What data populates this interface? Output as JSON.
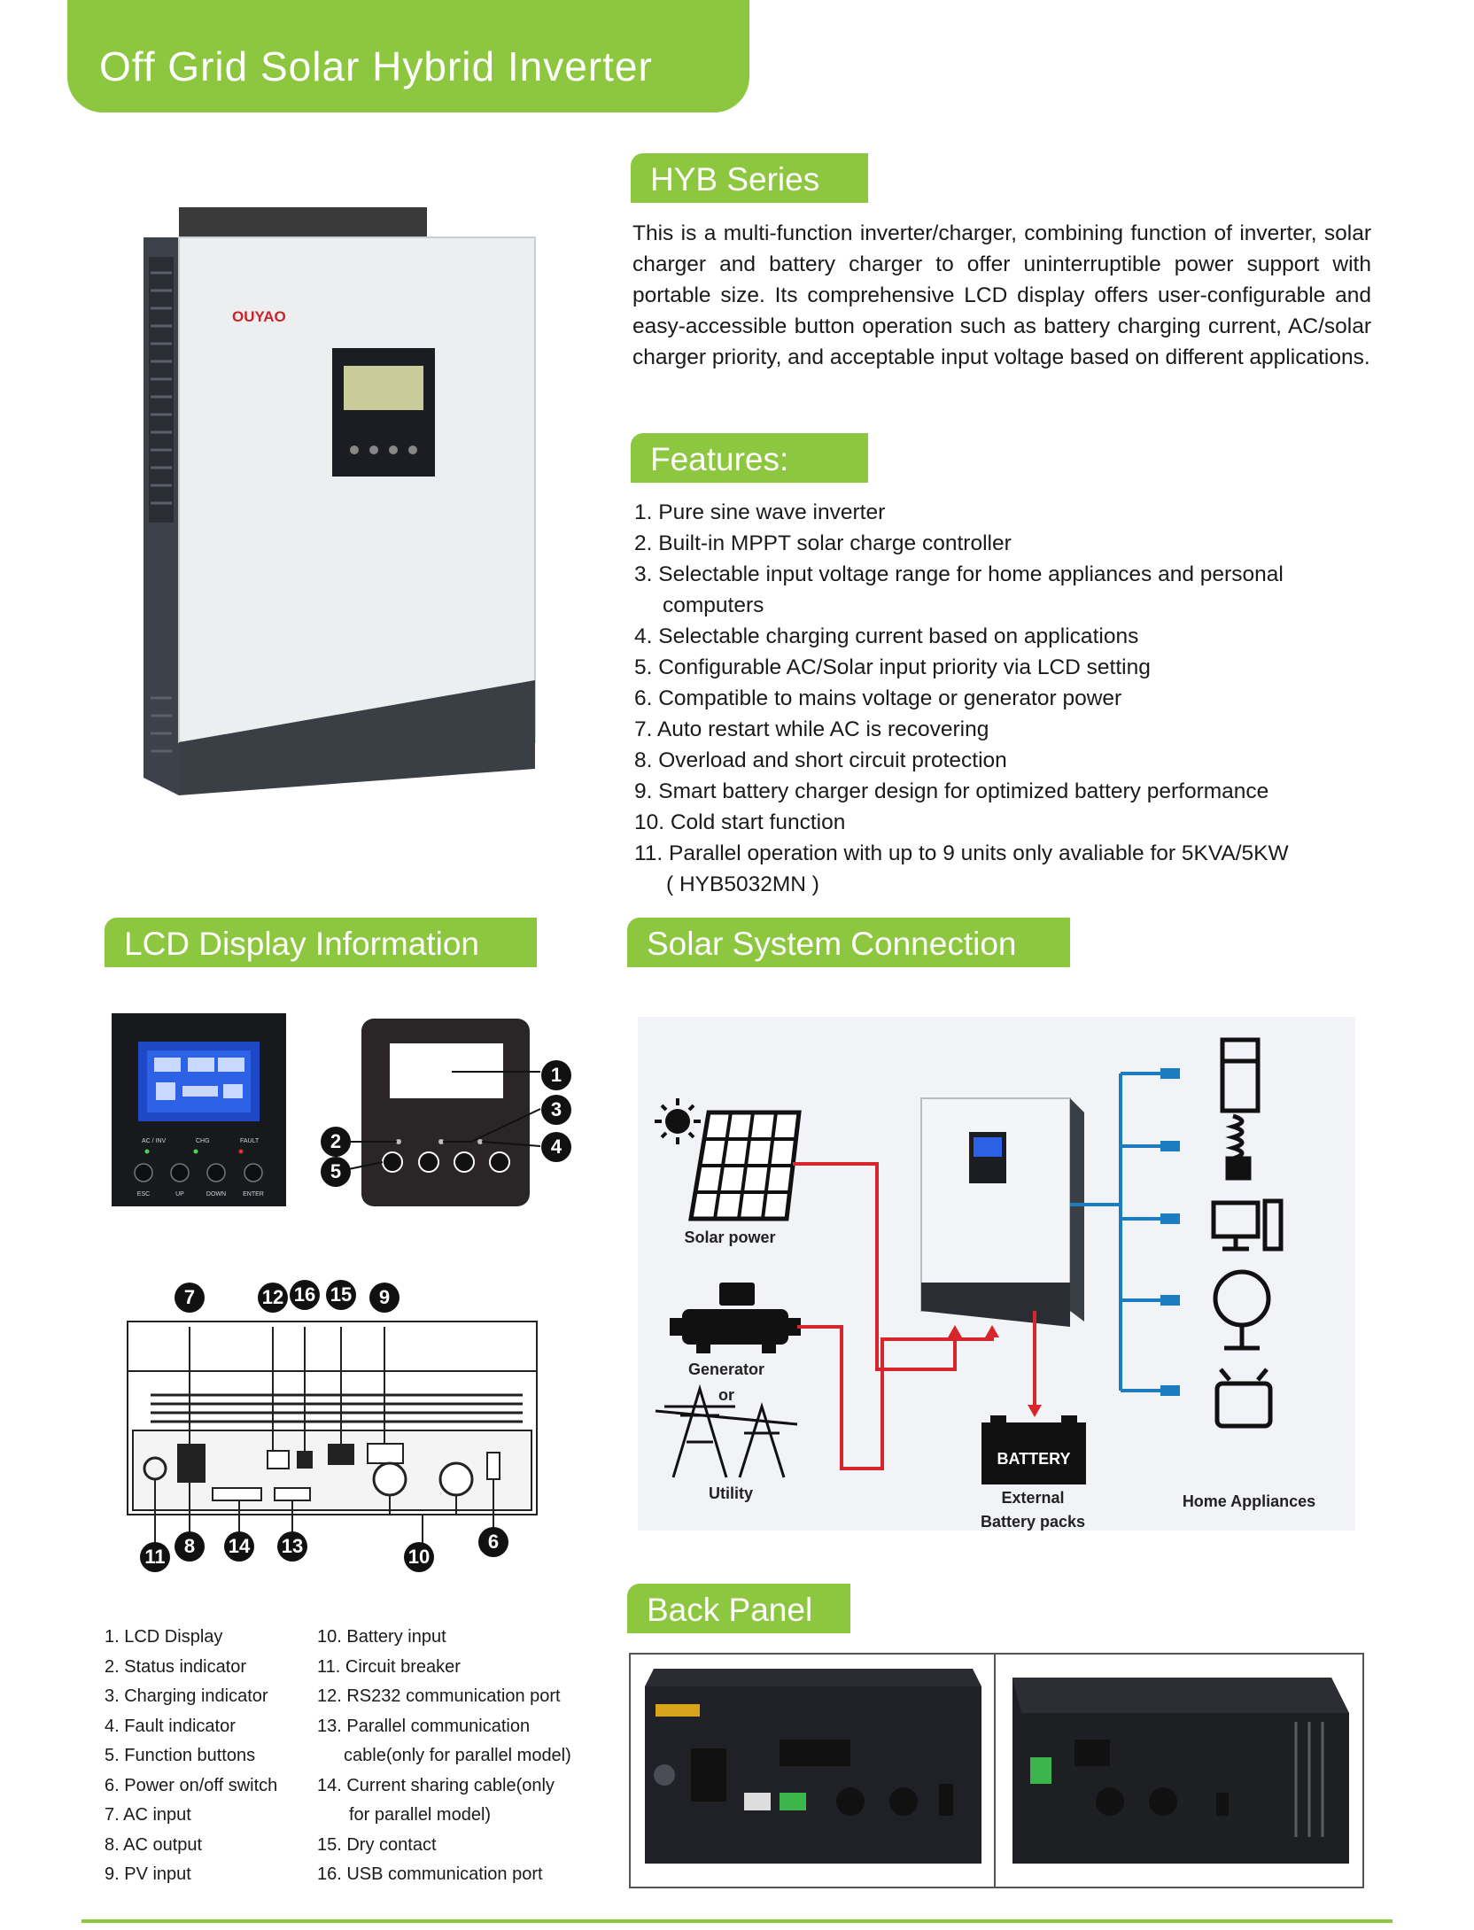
{
  "header": {
    "title": "Off Grid Solar Hybrid Inverter"
  },
  "product": {
    "brand": "OUYAO"
  },
  "hyb": {
    "heading": "HYB Series",
    "description": "This is a multi-function inverter/charger, combining function of inverter, solar charger and battery charger to offer uninterruptible power support with portable size. Its comprehensive LCD display offers user-configurable and easy-accessible button operation such as battery charging current, AC/solar charger priority, and acceptable input voltage based on different applications."
  },
  "features": {
    "heading": "Features:",
    "items": [
      "1. Pure sine wave inverter",
      "2. Built-in MPPT solar charge controller",
      "3. Selectable input voltage range for home appliances and personal",
      "computers",
      "4. Selectable charging current based on applications",
      "5. Configurable AC/Solar input priority via LCD setting",
      "6. Compatible to mains voltage or generator power",
      "7. Auto restart while AC is recovering",
      "8. Overload and short circuit protection",
      "9. Smart battery charger design for optimized battery performance",
      "10. Cold start function",
      "11. Parallel operation with up to 9 units only avaliable for 5KVA/5KW",
      "( HYB5032MN )"
    ]
  },
  "lcd": {
    "heading": "LCD Display Information",
    "indicators": [
      "AC / INV",
      "CHG",
      "FAULT"
    ],
    "buttons": [
      "ESC",
      "UP",
      "DOWN",
      "ENTER"
    ],
    "callouts": [
      "1",
      "2",
      "3",
      "4",
      "5"
    ]
  },
  "rear": {
    "callouts": [
      "7",
      "12",
      "16",
      "15",
      "9",
      "11",
      "8",
      "14",
      "13",
      "10",
      "6"
    ]
  },
  "legend": {
    "left": [
      "1. LCD Display",
      "2. Status indicator",
      "3. Charging indicator",
      "4. Fault indicator",
      "5. Function buttons",
      "6. Power on/off switch",
      "7. AC input",
      "8. AC output",
      "9. PV input"
    ],
    "right": [
      "10. Battery input",
      "11. Circuit breaker",
      "12. RS232 communication port",
      "13. Parallel communication",
      "cable(only for parallel model)",
      "14. Current sharing cable(only",
      "for parallel model)",
      "15. Dry contact",
      "16. USB communication port"
    ]
  },
  "solar": {
    "heading": "Solar System Connection",
    "labels": {
      "solar": "Solar power",
      "generator": "Generator",
      "or": "or",
      "utility": "Utility",
      "battery_box": "BATTERY",
      "external_1": "External",
      "external_2": "Battery packs",
      "home": "Home Appliances"
    }
  },
  "back": {
    "heading": "Back Panel"
  },
  "colors": {
    "accent": "#8dc63f",
    "red_line": "#d6262b",
    "blue_line": "#1d7cc1"
  }
}
